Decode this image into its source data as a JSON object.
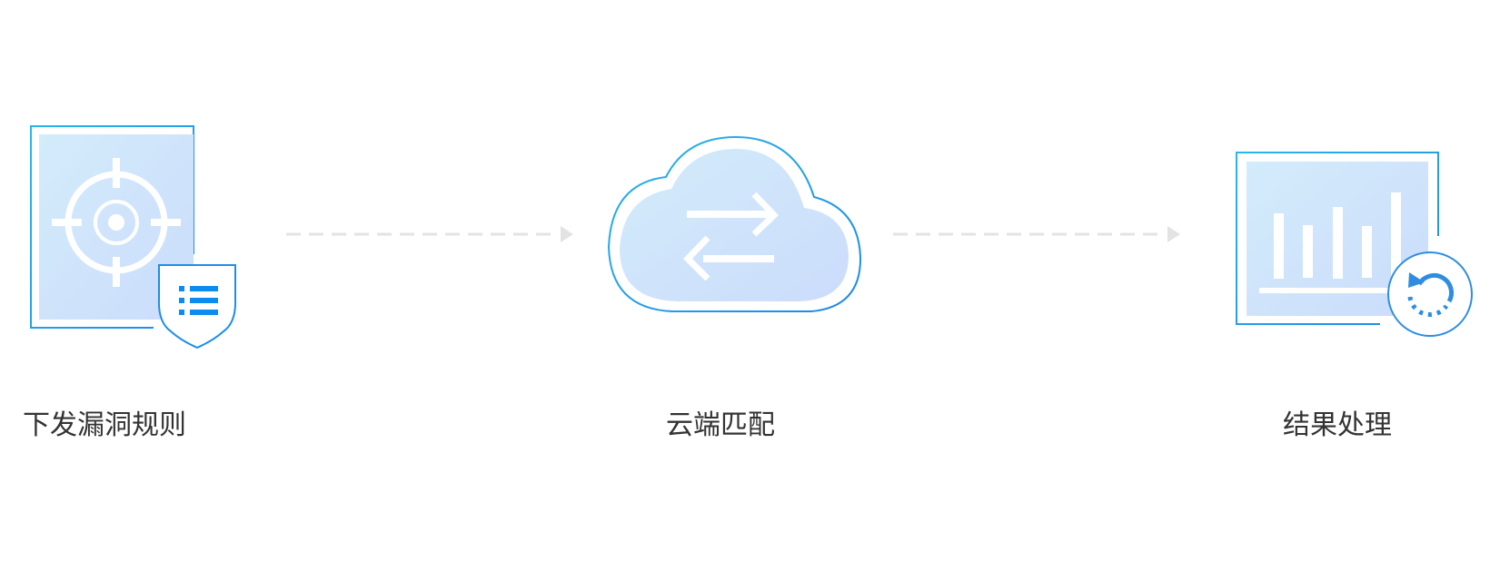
{
  "steps": [
    {
      "label": "下发漏洞规则",
      "icon": "target-document-shield-icon"
    },
    {
      "label": "云端匹配",
      "icon": "cloud-sync-icon"
    },
    {
      "label": "结果处理",
      "icon": "chart-refresh-icon"
    }
  ],
  "colors": {
    "outline": "#1e9be8",
    "fill_start": "#d2ebfb",
    "fill_end": "#cddffb",
    "accent": "#0d8cf0",
    "connector": "#e3e3e3",
    "text": "#333333"
  }
}
